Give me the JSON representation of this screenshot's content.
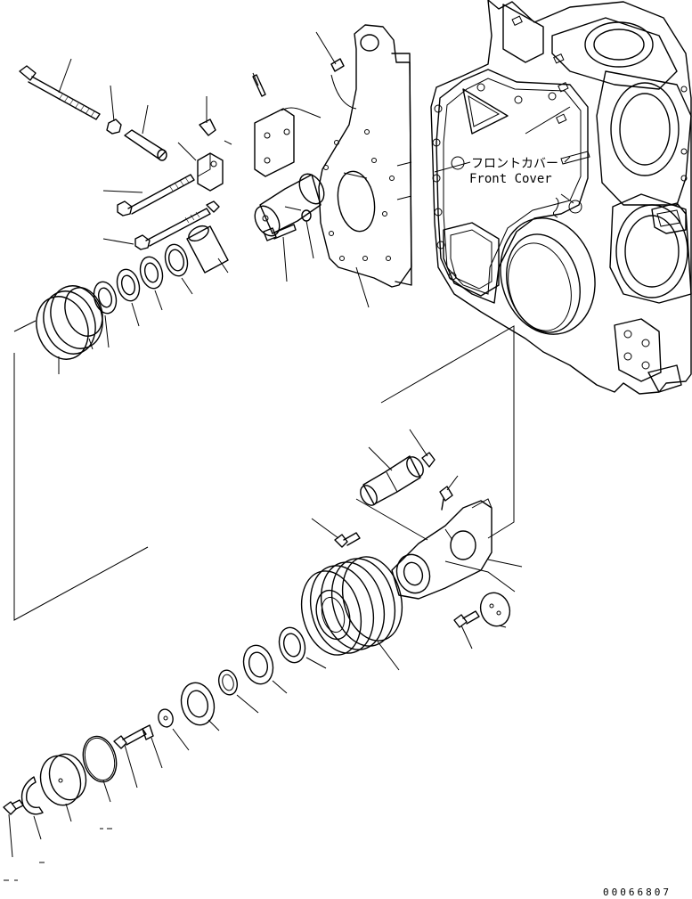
{
  "diagram": {
    "label_jp": "フロントカバー",
    "label_en": "Front Cover",
    "drawing_number": "00066807"
  }
}
